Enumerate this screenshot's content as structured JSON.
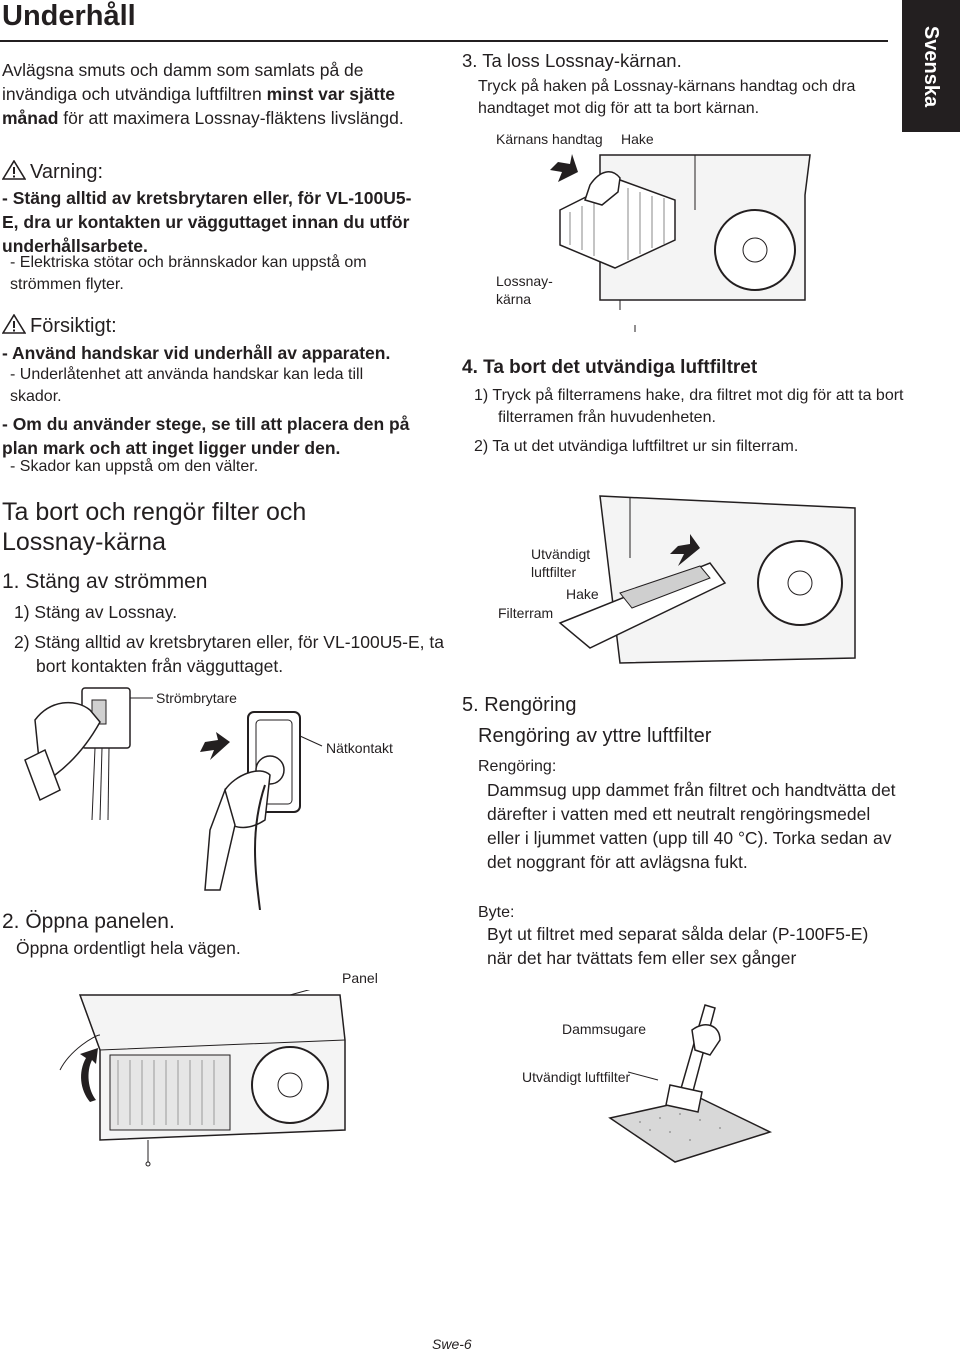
{
  "header": {
    "title": "Underhåll",
    "lang_tab": "Svenska"
  },
  "intro": {
    "part1": "Avlägsna smuts och damm som samlats på de invändiga och utvändiga luftfiltren ",
    "bold": "minst var sjätte månad",
    "part2": " för att maximera Lossnay-fläktens livslängd."
  },
  "warning": {
    "title": "Varning:",
    "main": "- Stäng alltid av kretsbrytaren eller, för VL-100U5-E, dra ur kontakten ur vägguttaget innan du utför underhållsarbete.",
    "sub": "- Elektriska stötar och brännskador kan uppstå om strömmen flyter."
  },
  "caution": {
    "title": "Försiktigt:",
    "item1": "- Använd handskar vid underhåll av apparaten.",
    "sub1": "- Underlåtenhet att använda handskar kan leda till skador.",
    "item2": "- Om du använder stege, se till att placera den på plan mark och att inget ligger under den.",
    "sub2": "- Skador kan uppstå om den välter."
  },
  "section": {
    "title_line1": "Ta bort och rengör filter och",
    "title_line2": "Lossnay-kärna"
  },
  "step1": {
    "title": "1. Stäng av strömmen",
    "i1": "1) Stäng av Lossnay.",
    "i2": "2) Stäng alltid av kretsbrytaren eller, för VL-100U5-E, ta bort kontakten från vägguttaget.",
    "label_breaker": "Strömbrytare",
    "label_outlet": "Nätkontakt"
  },
  "step2": {
    "title": "2. Öppna panelen.",
    "text": "Öppna ordentligt hela vägen.",
    "label_panel": "Panel"
  },
  "step3": {
    "title": "3. Ta loss Lossnay-kärnan.",
    "text": "Tryck på haken på Lossnay-kärnans handtag och dra handtaget mot dig för att ta bort kärnan.",
    "label_handle": "Kärnans handtag",
    "label_hook": "Hake",
    "label_core_1": "Lossnay-",
    "label_core_2": "kärna"
  },
  "step4": {
    "title": "4. Ta bort det utvändiga luftfiltret",
    "i1": "1) Tryck på filterramens hake, dra filtret mot dig för att ta bort filterramen från huvudenheten.",
    "i2": "2) Ta ut det utvändiga luftfiltret ur sin filterram.",
    "label_filter_1": "Utvändigt",
    "label_filter_2": "luftfilter",
    "label_hook": "Hake",
    "label_frame": "Filterram"
  },
  "step5": {
    "title": "5. Rengöring",
    "subtitle": "Rengöring av yttre luftfilter",
    "clean_label": "Rengöring:",
    "clean_text": "Dammsug upp dammet från filtret och handtvätta det därefter i vatten med ett neutralt rengöringsmedel eller i ljummet vatten (upp till 40 °C). Torka sedan av det noggrant för att avlägsna fukt.",
    "replace_label": "Byte:",
    "replace_text": "Byt ut filtret med separat sålda delar (P-100F5-E) när det har tvättats fem eller sex gånger",
    "label_vacuum": "Dammsugare",
    "label_filter": "Utvändigt luftfilter"
  },
  "footer": {
    "page": "Swe-6"
  }
}
